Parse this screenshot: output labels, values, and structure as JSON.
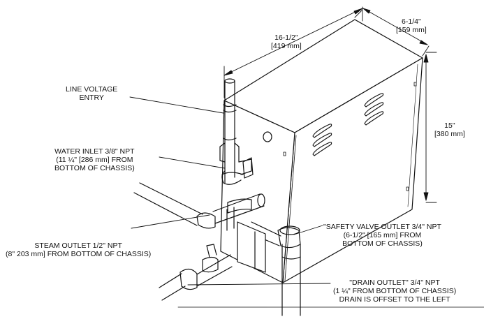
{
  "dimensions": {
    "width": {
      "imperial": "16-1/2\"",
      "metric": "[419 mm]"
    },
    "depth": {
      "imperial": "6-1/4\"",
      "metric": "[159 mm]"
    },
    "height": {
      "imperial": "15\"",
      "metric": "[380 mm]"
    }
  },
  "callouts": {
    "line_voltage": {
      "line1": "LINE VOLTAGE",
      "line2": "ENTRY"
    },
    "water_inlet": {
      "line1": "WATER INLET 3/8\" NPT",
      "line2": "(11 ¼\" [286 mm] FROM",
      "line3": "BOTTOM OF CHASSIS)"
    },
    "steam_outlet": {
      "line1": "STEAM OUTLET 1/2\" NPT",
      "line2": "(8\" 203 mm] FROM BOTTOM OF CHASSIS)"
    },
    "safety_valve": {
      "line1": "\"SAFETY VALVE OUTLET  3/4\" NPT",
      "line2": "(6-1/2\" [165 mm] FROM",
      "line3": "BOTTOM OF CHASSIS)"
    },
    "drain_outlet": {
      "line1": "\"DRAIN OUTLET\" 3/4\" NPT",
      "line2": "(1 ¼\" FROM BOTTOM OF CHASSIS)",
      "line3": "DRAIN IS OFFSET TO THE LEFT"
    }
  }
}
